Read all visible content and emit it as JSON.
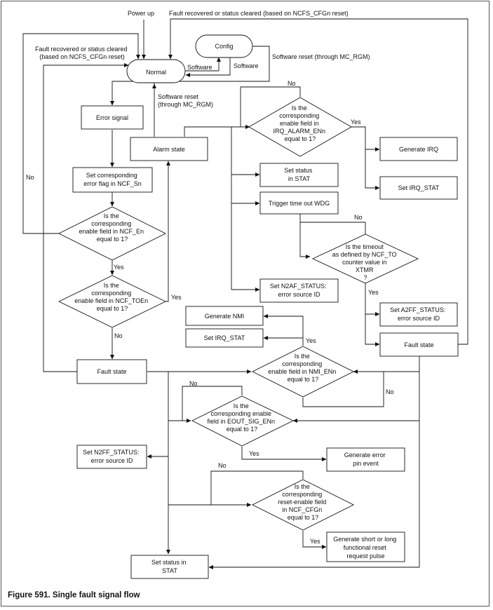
{
  "figure": {
    "caption": "Figure 591.  Single fault signal flow"
  },
  "nodes": {
    "power_up": "Power up",
    "normal": "Normal",
    "config": "Config",
    "error_signal": "Error signal",
    "set_error_flag": [
      "Set corresponding",
      "error flag in NCF_Sn"
    ],
    "dec_ncf_e": [
      "Is the",
      "corresponding",
      "enable field in NCF_En",
      "equal to 1?"
    ],
    "dec_ncf_toe": [
      "Is the",
      "corresponding",
      "enable field in NCF_TOEn",
      "equal to 1?"
    ],
    "alarm_state": "Alarm state",
    "fault_state_left": "Fault state",
    "dec_irq_alarm": [
      "Is the",
      "corresponding",
      "enable field in",
      "IRQ_ALARM_ENn",
      "equal to 1?"
    ],
    "generate_irq": "Generate IRQ",
    "set_irq_stat_right": "Set IRQ_STAT",
    "set_status_in_stat_top": [
      "Set status",
      "in STAT"
    ],
    "trigger_timeout_wdg": "Trigger time out WDG",
    "dec_timeout": [
      "Is the timeout",
      "as defined by NCF_TO",
      "counter value in",
      "XTMR",
      "?"
    ],
    "set_n2af_status": [
      "Set N2AF_STATUS:",
      "error source ID"
    ],
    "set_a2ff_status": [
      "Set A2FF_STATUS:",
      "error source ID"
    ],
    "fault_state_right": "Fault state",
    "generate_nmi": "Generate NMI",
    "set_irq_stat_mid": "Set IRQ_STAT",
    "dec_nmi_en": [
      "Is the",
      "corresponding",
      "enable field in NMI_ENn",
      "equal to 1?"
    ],
    "dec_eout_sig": [
      "Is the",
      "corresponding enable",
      "field in EOUT_SIG_ENn",
      "equal to 1?"
    ],
    "set_n2ff_status": [
      "Set N2FF_STATUS:",
      "error source ID"
    ],
    "generate_error_pin": [
      "Generate error",
      "pin event"
    ],
    "dec_reset_enable": [
      "Is the",
      "corresponding",
      "reset-enable field",
      "in NCF_CFGn",
      "equal to 1?"
    ],
    "generate_reset_pulse": [
      "Generate short or long",
      "functional reset",
      "request pulse"
    ],
    "set_status_in_stat_bottom": [
      "Set status in",
      "STAT"
    ]
  },
  "labels": {
    "fault_recovered_top": "Fault recovered or status cleared (based on NCFS_CFGn reset)",
    "fault_recovered_left": [
      "Fault recovered or status cleared",
      "(based on NCFS_CFGn reset)"
    ],
    "software_1": "Software",
    "software_2": "Software",
    "software_reset_config": "Software reset (through MC_RGM)",
    "software_reset_alarm": [
      "Software reset",
      "(through MC_RGM)"
    ],
    "no": "No",
    "yes": "Yes"
  }
}
